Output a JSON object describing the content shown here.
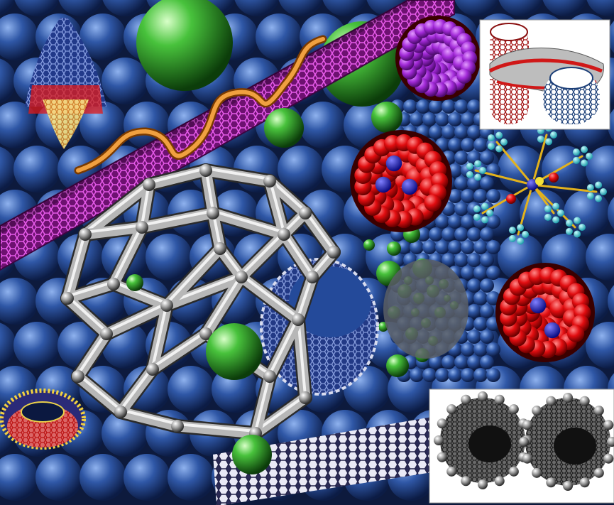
{
  "image": {
    "kind": "nanotechnology collage",
    "colors": {
      "background_spheres": "#2a4f97",
      "sphere_highlight": "#6f95d8",
      "fullerene_red": "#e10d10",
      "fullerene_blue_atom": "#1b1bd8",
      "purple_fullerene": "#a22ad8",
      "green_sphere": "#2fa52a",
      "magenta_tube": "#c12fc7",
      "helix_orange": "#e08a2a",
      "grey_cage": "#c7c7c7",
      "inset_background": "#ffffff"
    },
    "objects": [
      "blue-sphere-lattice",
      "magenta-nanotube",
      "orange-helix",
      "grey-fullerene-cage",
      "blue-nanotube-opening",
      "white-nanotube",
      "red-fullerene",
      "purple-fullerene",
      "green-spheres",
      "multiwall-cone",
      "torus",
      "inset-knot",
      "inset-twin-tubes",
      "molecule"
    ]
  }
}
